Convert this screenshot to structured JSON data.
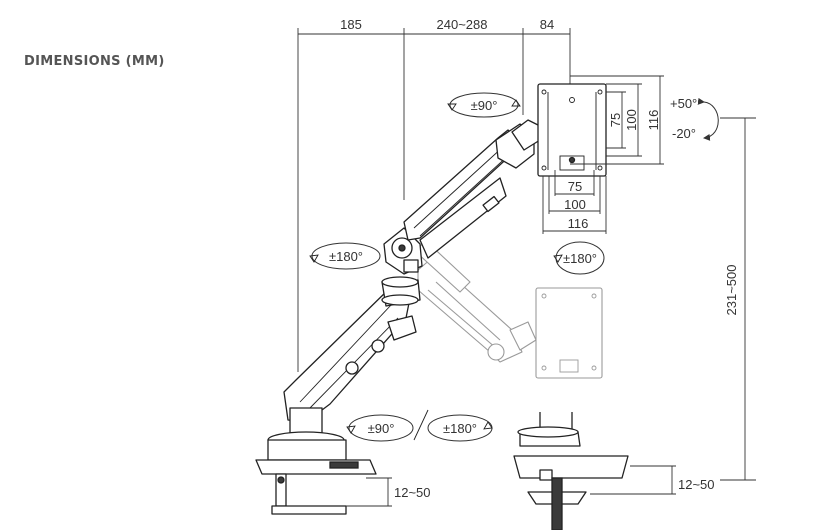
{
  "heading": "DIMENSIONS (MM)",
  "top_dimensions": [
    "185",
    "240~288",
    "84"
  ],
  "vesa": {
    "vertical": [
      "75",
      "100",
      "116"
    ],
    "horizontal": [
      "75",
      "100",
      "116"
    ]
  },
  "rotations": {
    "panel_tilt_up": "+50°",
    "panel_tilt_down": "-20°",
    "panel_rotate": "±90°",
    "panel_swivel": "±180°",
    "arm_swivel": "±180°",
    "base_left": "±90°",
    "base_right": "±180°"
  },
  "height_range": "231~500",
  "clamp_left": "12~50",
  "clamp_right": "12~50",
  "colors": {
    "line": "#333333",
    "ghost": "#9a9a9a",
    "heading": "#555555"
  }
}
